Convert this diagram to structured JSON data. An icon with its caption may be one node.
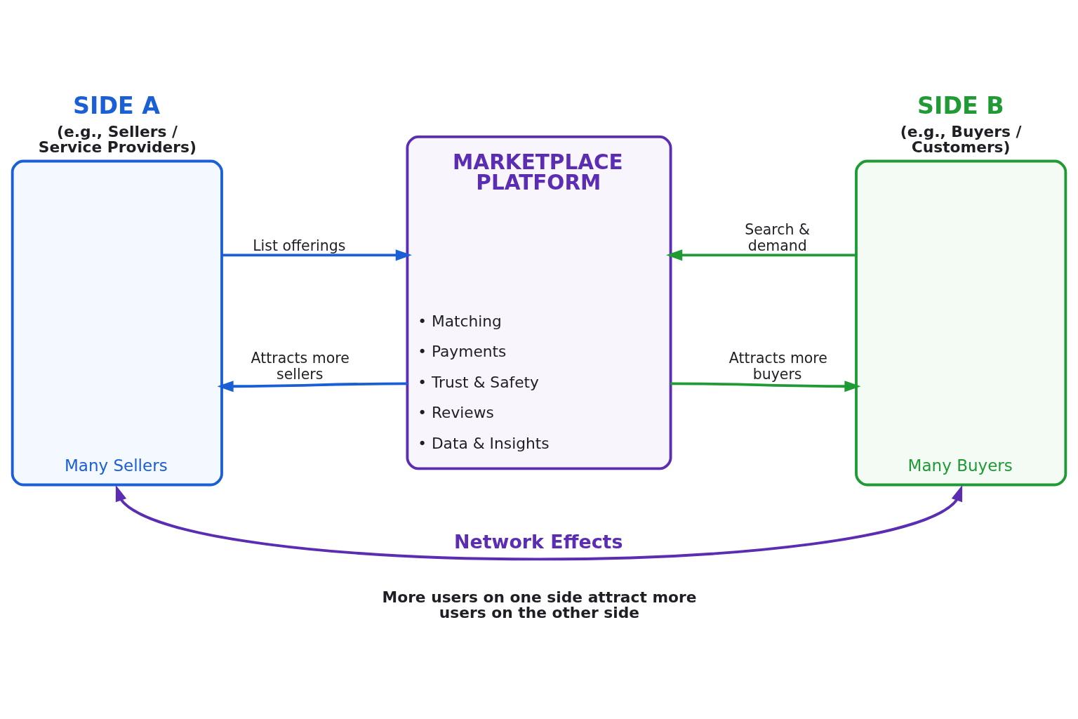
{
  "diagram": {
    "nodes": [
      {
        "text": [
          "SIDE A",
          "(e.g., Sellers / Service Providers)",
          "Many Sellers"
        ]
      },
      {
        "text": [
          "MARKETPLACE PLATFORM",
          "• Matching",
          "• Payments",
          "• Trust & Safety",
          "• Reviews",
          "• Data & Insights"
        ]
      },
      {
        "text": [
          "SIDE B",
          "(e.g., Buyers / Customers)",
          "Many Buyers"
        ]
      }
    ],
    "edges": [
      {
        "from": 0,
        "to": 1,
        "arrow": "to",
        "label": "List offerings",
        "color": "#1a5fd6"
      },
      {
        "from": 1,
        "to": 0,
        "arrow": "to",
        "label": "Attracts more sellers",
        "color": "#1a5fd6"
      },
      {
        "from": 2,
        "to": 1,
        "arrow": "to",
        "label": "Search & demand",
        "color": "#1f9a35"
      },
      {
        "from": 1,
        "to": 2,
        "arrow": "to",
        "label": "Attracts more buyers",
        "color": "#1f9a35"
      },
      {
        "from": 0,
        "to": 2,
        "arrow": "both",
        "label": "Network Effects",
        "color": "#5b2db3"
      }
    ],
    "labels": [
      "More users on one side attract more users on the other side"
    ]
  }
}
